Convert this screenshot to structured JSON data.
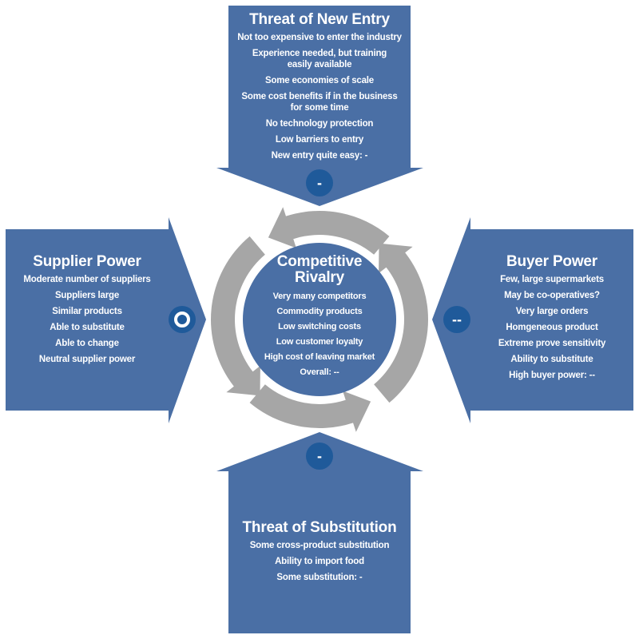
{
  "colors": {
    "panel_blue": "#4a6fa5",
    "badge_blue": "#1f5a9a",
    "ring_gray": "#a6a6a6",
    "text": "#ffffff",
    "background": "#ffffff"
  },
  "threat_of_new_entry": {
    "title": "Threat of New Entry",
    "items": [
      "Not too expensive to enter the industry",
      "Experience needed, but training easily available",
      "Some economies of scale",
      "Some cost benefits if in the business for some time",
      "No technology protection",
      "Low barriers to entry",
      "New entry quite easy: -"
    ],
    "rating": "-"
  },
  "supplier_power": {
    "title": "Supplier Power",
    "items": [
      "Moderate number of suppliers",
      "Suppliers large",
      "Similar products",
      "Able to substitute",
      "Able to change",
      "Neutral supplier power"
    ],
    "rating": "O"
  },
  "buyer_power": {
    "title": "Buyer Power",
    "items": [
      "Few, large supermarkets",
      "May be co-operatives?",
      "Very large orders",
      "Homgeneous product",
      "Extreme prove sensitivity",
      "Ability to substitute",
      "High buyer power: --"
    ],
    "rating": "--"
  },
  "threat_of_substitution": {
    "title": "Threat of Substitution",
    "items": [
      "Some cross-product substitution",
      "Ability to import food",
      "Some substitution: -"
    ],
    "rating": "-"
  },
  "competitive_rivalry": {
    "title": "Competitive Rivalry",
    "items": [
      "Very many competitors",
      "Commodity products",
      "Low switching costs",
      "Low customer loyalty",
      "High cost of leaving market",
      "Overall: --"
    ]
  }
}
